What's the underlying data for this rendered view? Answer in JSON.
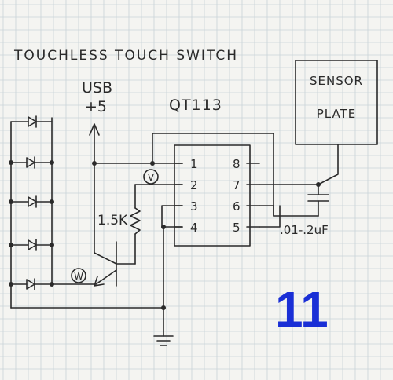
{
  "title": "TOUCHLESS TOUCH SWITCH",
  "supply": {
    "line1": "USB",
    "line2": "+5"
  },
  "chip": {
    "name": "QT113",
    "left_pins": [
      "1",
      "2",
      "3",
      "4"
    ],
    "right_pins": [
      "8",
      "7",
      "6",
      "5"
    ]
  },
  "sensor": {
    "line1": "SENSOR",
    "line2": "PLATE"
  },
  "resistor": "1.5K",
  "capacitor": ".01-.2uF",
  "wire_labels": {
    "v": "V",
    "w": "W"
  },
  "step_number": "11",
  "colors": {
    "ink": "#2a2a2a",
    "grid": "#c9d3d8",
    "paper": "#f4f4f1",
    "step_number": "#1a2fd6"
  }
}
